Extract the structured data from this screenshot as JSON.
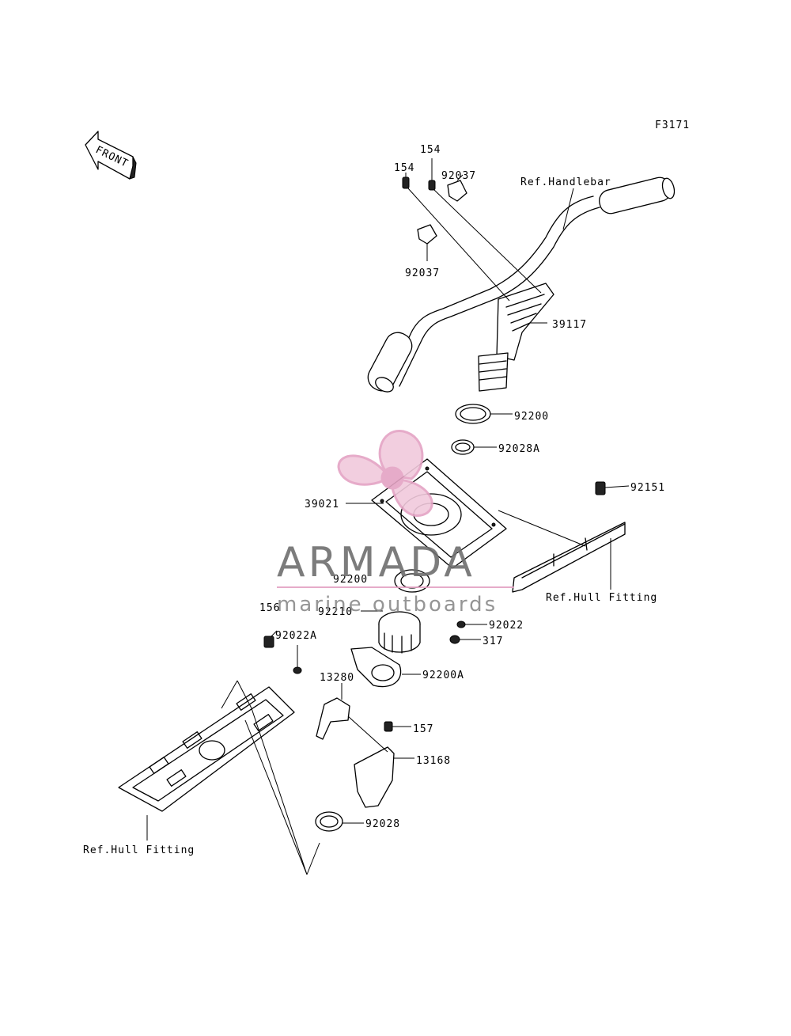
{
  "figure_code": "F3171",
  "front_label": "FRONT",
  "watermark": {
    "brand": "ARMADA",
    "tagline": "marine outboards",
    "accent_color": "#e4a3c4"
  },
  "labels": {
    "p154a": "154",
    "p154b": "154",
    "p92037a": "92037",
    "p92037b": "92037",
    "ref_handlebar": "Ref.Handlebar",
    "p39117": "39117",
    "p92200a": "92200",
    "p92028A": "92028A",
    "p92151": "92151",
    "p39021": "39021",
    "p92200b": "92200",
    "ref_hull_right": "Ref.Hull Fitting",
    "p156": "156",
    "p92210": "92210",
    "p92022": "92022",
    "p317": "317",
    "p92022A": "92022A",
    "p13280": "13280",
    "p92200A": "92200A",
    "p157": "157",
    "p13168": "13168",
    "p92028": "92028",
    "ref_hull_left": "Ref.Hull Fitting"
  }
}
